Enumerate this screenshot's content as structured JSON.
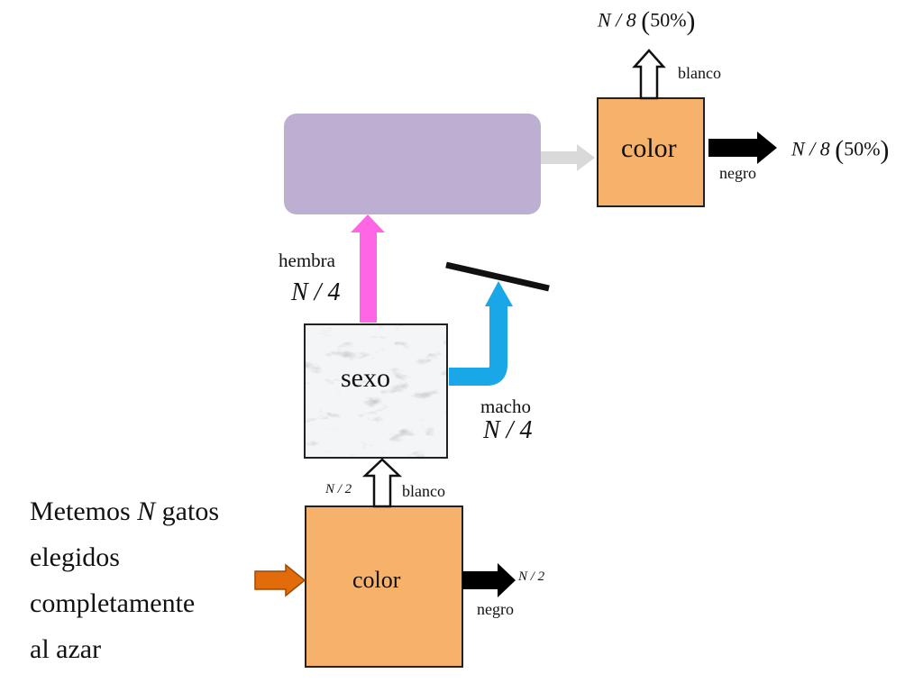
{
  "colors": {
    "color_box": "#F6B26B",
    "purple_box": "#BCAFD1",
    "hembra_arrow": "#FF66E6",
    "macho_arrow": "#1AA7E8",
    "input_arrow": "#E36C0A",
    "gray_arrow": "#D9D9D9",
    "negro_arrow": "#000000"
  },
  "intro": {
    "line1_before": "Metemos",
    "line1_var": "N",
    "line1_after": "gatos",
    "line2": "elegidos",
    "line3": "completamente",
    "line4": "al azar"
  },
  "bottom_color": {
    "label": "color",
    "blanco_label": "blanco",
    "blanco_count": "N / 2",
    "negro_label": "negro",
    "negro_count": "N / 2"
  },
  "sex_box": {
    "label": "sexo",
    "hembra_label": "hembra",
    "hembra_count": "N / 4",
    "macho_label": "macho",
    "macho_count": "N / 4"
  },
  "top_color": {
    "label": "color",
    "blanco_label": "blanco",
    "blanco_count": "N / 8",
    "blanco_percent": "50%",
    "negro_label": "negro",
    "negro_count": "N / 8",
    "negro_percent": "50%"
  }
}
